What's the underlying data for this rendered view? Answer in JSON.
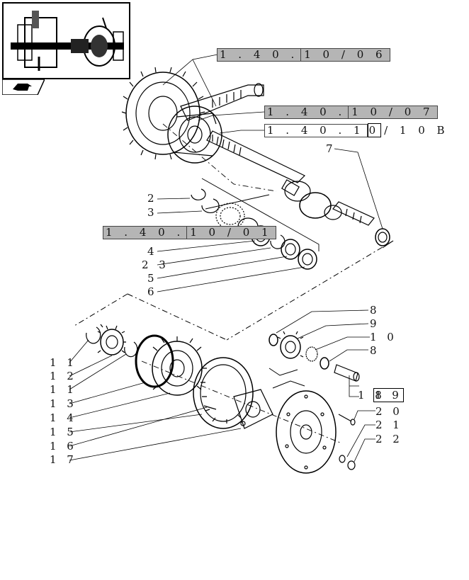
{
  "references": {
    "ref_1": {
      "prefix": "1 . 4 0 .",
      "suffix": "1 0 / 0 6"
    },
    "ref_2": {
      "prefix": "1 . 4 0 .",
      "suffix": "1 0 / 0 7"
    },
    "ref_3": {
      "prefix": "1 . 4 0 . 1",
      "boxed": "0",
      "suffix": "/ 1 0 B"
    },
    "ref_4": {
      "prefix": "1 . 4 0 .",
      "suffix": "1 0 / 0 1"
    }
  },
  "callouts": {
    "c2": "2",
    "c3": "3",
    "c4": "4",
    "c23": "2 3",
    "c5": "5",
    "c6": "6",
    "c7": "7",
    "c8a": "8",
    "c9": "9",
    "c10": "1 0",
    "c8b": "8",
    "c11a": "1 1",
    "c12": "1 2",
    "c11b": "1 1",
    "c13": "1 3",
    "c14": "1 4",
    "c15": "1 5",
    "c16": "1 6",
    "c17": "1 7",
    "c18": "1 8",
    "c19": "1 9",
    "c20": "2 0",
    "c21": "2 1",
    "c22": "2 2"
  }
}
